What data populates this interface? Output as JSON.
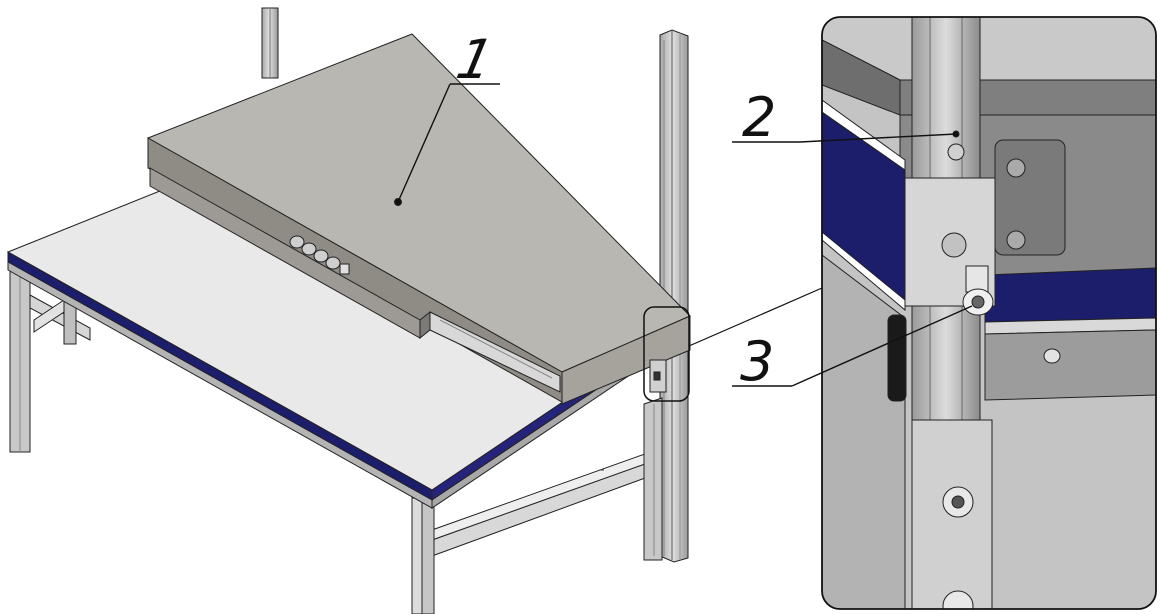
{
  "callouts": [
    {
      "id": "1",
      "text": "1"
    },
    {
      "id": "2",
      "text": "2"
    },
    {
      "id": "3",
      "text": "3"
    }
  ],
  "colors": {
    "line": "#111111",
    "panel_top": "#b9b7b1",
    "panel_front": "#8f8c86",
    "table_top": "#e9e9e9",
    "edge_band": "#1c1d6b",
    "frame": "#c9c9c9",
    "frame_dark": "#8e8e8e",
    "detail_bg": "#c4c4c4"
  }
}
